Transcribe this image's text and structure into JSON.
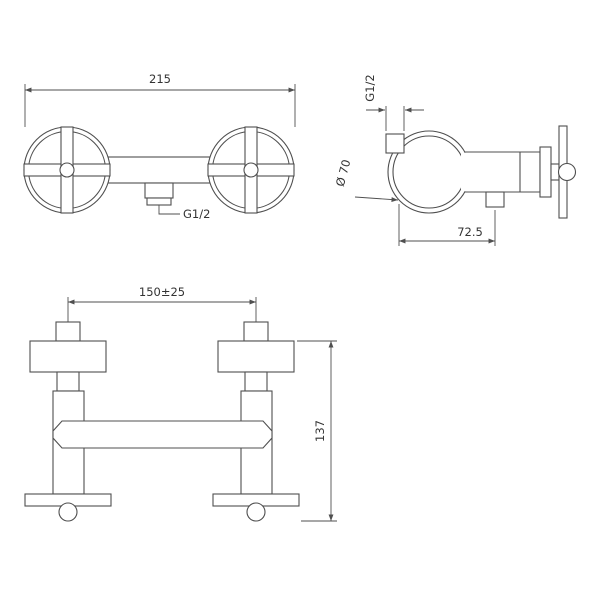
{
  "drawing": {
    "background": "#ffffff",
    "line_color": "#4f4f4f",
    "text_color": "#333333",
    "front_view": {
      "overall_width": "215",
      "spout_thread": "G1/2"
    },
    "side_view": {
      "inlet_thread": "G1/2",
      "flange_diameter": "Ø 70",
      "outlet_offset": "72.5"
    },
    "bottom_view": {
      "handle_spacing": "150±25",
      "height": "137"
    }
  }
}
